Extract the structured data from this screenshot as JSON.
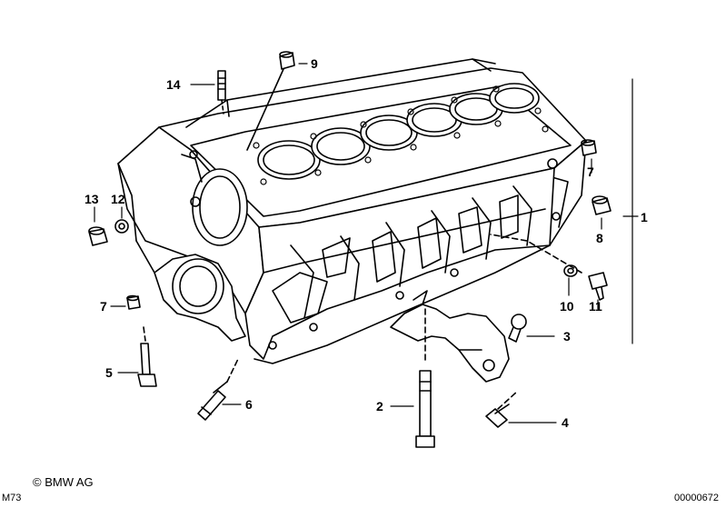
{
  "diagram": {
    "callouts": [
      {
        "id": "1",
        "label": "1"
      },
      {
        "id": "2",
        "label": "2"
      },
      {
        "id": "3",
        "label": "3"
      },
      {
        "id": "4",
        "label": "4"
      },
      {
        "id": "5",
        "label": "5"
      },
      {
        "id": "6",
        "label": "6"
      },
      {
        "id": "7a",
        "label": "7"
      },
      {
        "id": "7b",
        "label": "7"
      },
      {
        "id": "8",
        "label": "8"
      },
      {
        "id": "9",
        "label": "9"
      },
      {
        "id": "10",
        "label": "10"
      },
      {
        "id": "11",
        "label": "11"
      },
      {
        "id": "12",
        "label": "12"
      },
      {
        "id": "13",
        "label": "13"
      },
      {
        "id": "14",
        "label": "14"
      }
    ]
  },
  "footer": {
    "copyright": "© BMW AG",
    "code_left": "M73",
    "code_right": "00000672"
  }
}
